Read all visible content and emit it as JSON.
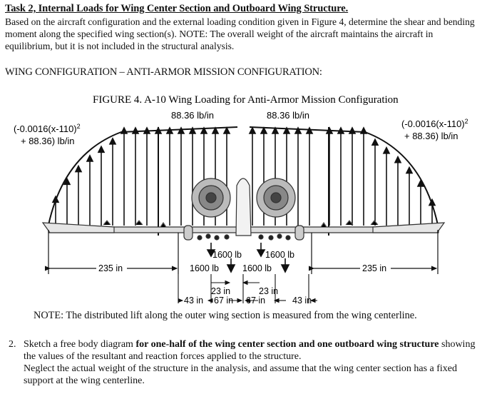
{
  "task": {
    "title": "Task 2, Internal Loads for Wing Center Section and Outboard Wing Structure.",
    "intro": "Based on the aircraft configuration and the external loading condition given in Figure 4, determine the shear and bending moment along the specified wing section(s). NOTE: The overall weight of the aircraft maintains the aircraft in equilibrium, but it is not included in the structural analysis."
  },
  "section_heading": "WING CONFIGURATION – ANTI-ARMOR MISSION CONFIGURATION:",
  "figure": {
    "caption": "FIGURE 4. A-10 Wing Loading for Anti-Armor Mission Configuration",
    "center_load_left": "88.36 lb/in",
    "center_load_right": "88.36 lb/in",
    "outer_load_left_line1": "(-0.0016(x-110)",
    "outer_load_left_line2": "+ 88.36) lb/in",
    "outer_load_right_line1": "(-0.0016(x-110)",
    "outer_load_right_line2": "+ 88.36) lb/in",
    "exponent": "2",
    "span_left": "235 in",
    "span_right": "235 in",
    "point_load_a": "1600 lb",
    "point_load_b": "1600 lb",
    "point_load_c": "1600 lb",
    "point_load_d": "1600 lb",
    "dim_23_left": "23 in",
    "dim_23_right": "23 in",
    "dim_43_left": "43 in",
    "dim_67_left": "67 in",
    "dim_67_right": "67 in",
    "dim_43_right": "43 in"
  },
  "note": "NOTE: The distributed lift along the outer wing section is measured from the wing centerline.",
  "item2": {
    "number": "2.",
    "lead": "Sketch a free body diagram ",
    "bold": "for one-half of the wing center section and one outboard wing structure",
    "rest": " showing the values of the resultant and reaction forces applied to the structure.",
    "line2": "Neglect the actual weight of the structure in the analysis, and assume that the wing center section has a fixed support at the wing centerline."
  }
}
